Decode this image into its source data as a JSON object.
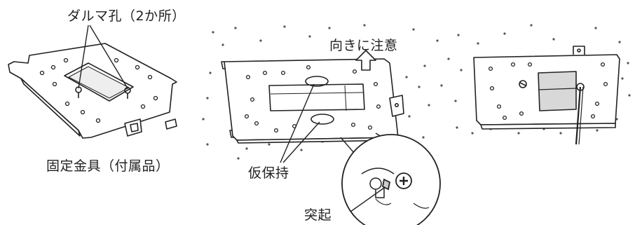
{
  "labels": {
    "keyhole": "ダルマ孔（2か所）",
    "direction": "向きに注意",
    "bracket": "固定金具（付属品）",
    "temporary_hold": "仮保持",
    "protrusion": "突起"
  },
  "icons": {
    "direction_arrow": "up-arrow-icon",
    "screw_head": "phillips-screw-icon"
  },
  "colors": {
    "line": "#222222",
    "shade": "#d8d8d8",
    "dot": "#555555"
  }
}
